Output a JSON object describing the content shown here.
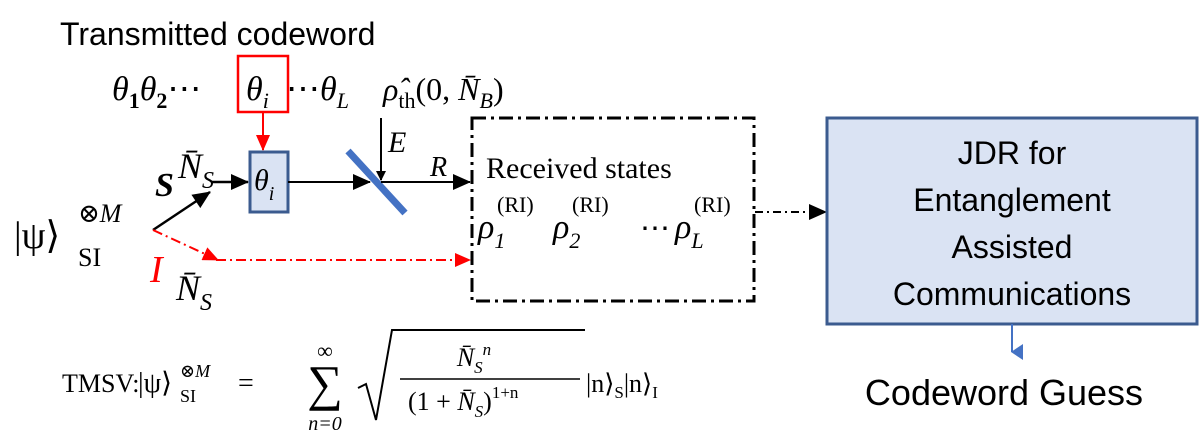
{
  "header": {
    "title": "Transmitted codeword",
    "codeword": {
      "theta": "θ",
      "sub1": "1",
      "sub2": "2",
      "dots": "⋯",
      "subi": "i",
      "subL": "L"
    },
    "thermal": {
      "rho": "ρ̂",
      "sub": "th",
      "args_open": "(0, ",
      "N": "N̄",
      "N_sub": "B",
      "close": ")"
    }
  },
  "signal": {
    "state": {
      "psi": "|ψ⟩",
      "sup": "⊗M",
      "sub": "SI"
    },
    "S_label": "S",
    "I_label": "I",
    "NS_top": {
      "N": "N̄",
      "sub": "S"
    },
    "NS_bottom": {
      "N": "N̄",
      "sub": "S"
    },
    "modulator": {
      "theta": "θ",
      "sub": "i"
    },
    "E_label": "E",
    "R_label": "R"
  },
  "received": {
    "title": "Received states",
    "rho1": {
      "rho": "ρ",
      "sub": "1",
      "sup": "(RI)"
    },
    "rho2": {
      "rho": "ρ",
      "sub": "2",
      "sup": "(RI)"
    },
    "dots": "⋯",
    "rhoL": {
      "rho": "ρ",
      "sub": "L",
      "sup": "(RI)"
    }
  },
  "jdr": {
    "lines": [
      "JDR for",
      "Entanglement",
      "Assisted",
      "Communications"
    ],
    "guess": "Codeword Guess"
  },
  "tmsv": {
    "prefix": "TMSV:",
    "lhs": {
      "psi": "|ψ⟩",
      "sup": "⊗M",
      "sub": "SI"
    },
    "eq": "=",
    "sum": {
      "sym": "∑",
      "upper": "∞",
      "lower": "n=0"
    },
    "num": {
      "N": "N̄",
      "sub": "S",
      "sup": "n"
    },
    "den": {
      "open": "(1 + ",
      "N": "N̄",
      "sub": "S",
      "close": ")",
      "sup": "1+n"
    },
    "ket_n_S": {
      "ket": "|n⟩",
      "sub": "S"
    },
    "ket_n_I": {
      "ket": "|n⟩",
      "sub": "I"
    }
  },
  "colors": {
    "ink": "#000000",
    "red": "#ff0000",
    "blue": "#4472c4",
    "box_fill": "#dae3f3",
    "box_stroke": "#3b5b8f",
    "jdr_fill": "#dae3f3"
  }
}
